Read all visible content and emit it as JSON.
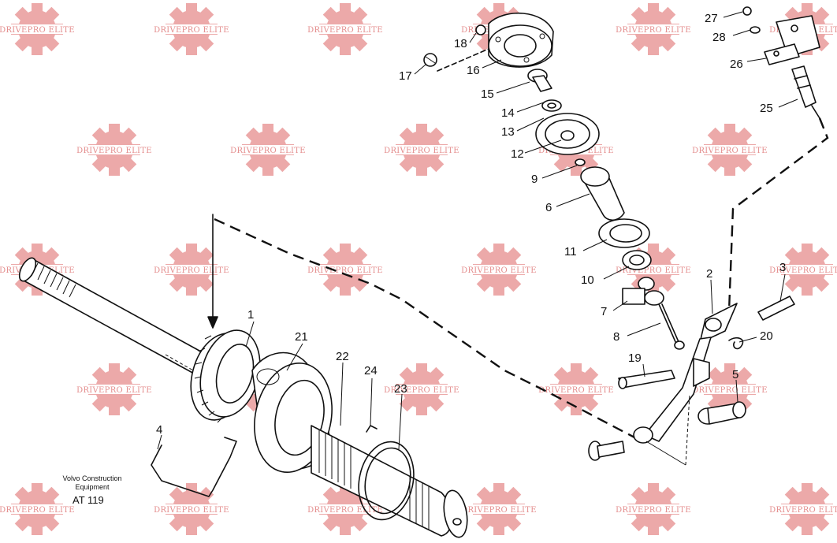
{
  "watermark": {
    "text": "DRIVEPRO ELITE",
    "color": "#e07a7a"
  },
  "drawing_info": {
    "publisher": "Volvo Construction Equipment",
    "line1": "Volvo Construction",
    "line2": "Equipment",
    "code": "AT 119"
  },
  "callouts": {
    "c1": "1",
    "c2": "2",
    "c3": "3",
    "c4": "4",
    "c5": "5",
    "c6": "6",
    "c7": "7",
    "c8": "8",
    "c9": "9",
    "c10": "10",
    "c11": "11",
    "c12": "12",
    "c13": "13",
    "c14": "14",
    "c15": "15",
    "c16": "16",
    "c17": "17",
    "c18": "18",
    "c19": "19",
    "c20": "20",
    "c21": "21",
    "c22": "22",
    "c23": "23",
    "c24": "24",
    "c25": "25",
    "c26": "26",
    "c27": "27",
    "c28": "28"
  }
}
